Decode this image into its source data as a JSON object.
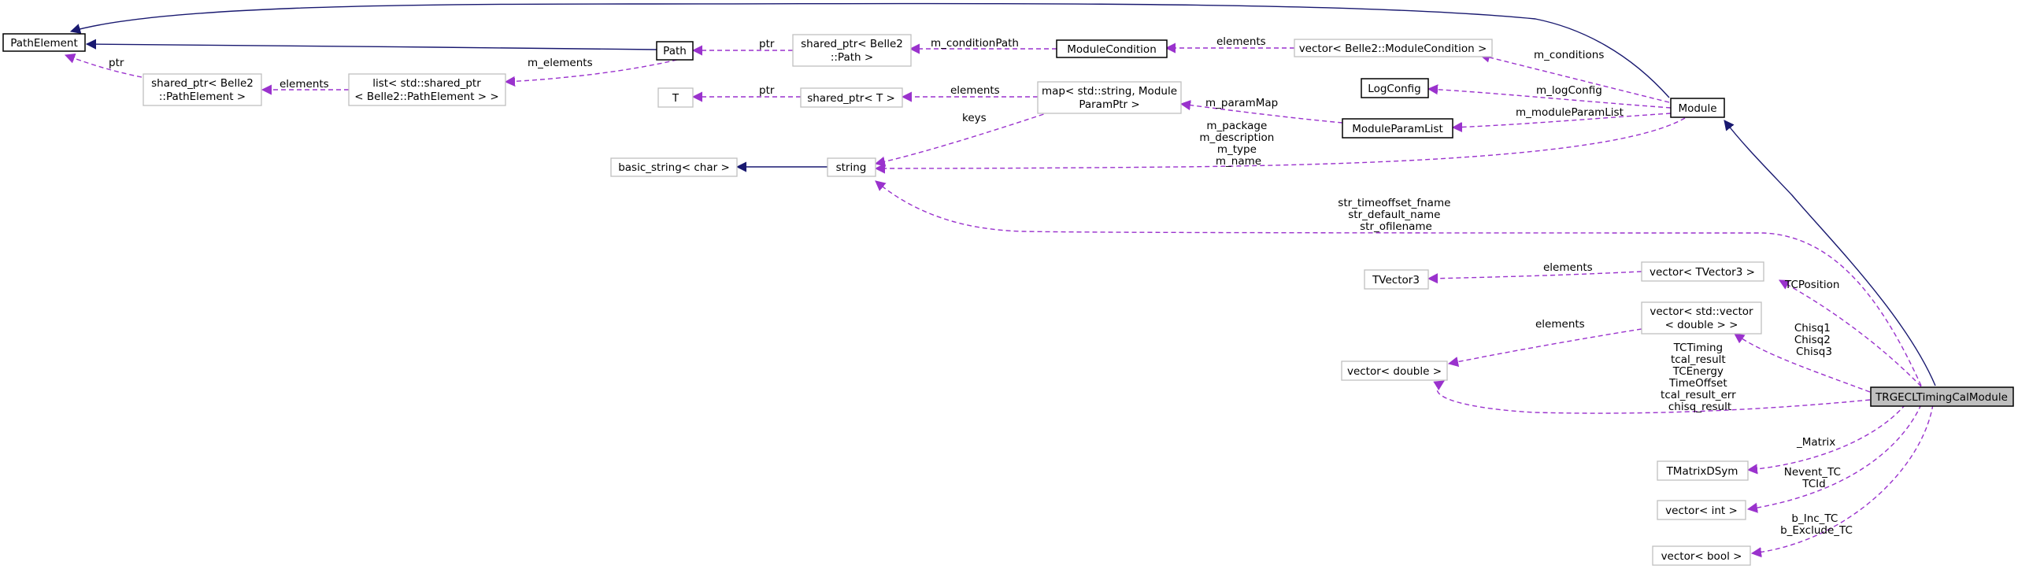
{
  "diagram": {
    "title": "TRGECLTimingCalModule collaboration diagram",
    "colors": {
      "inheritance": "#191970",
      "member": "#9a32cd",
      "highlight_fill": "#bfbfbf",
      "box_border": "#bfbfbf"
    },
    "nodes": {
      "pathelement": "PathElement",
      "path": "Path",
      "shared_path": [
        "shared_ptr< Belle2",
        "::Path >"
      ],
      "modulecondition": "ModuleCondition",
      "vector_modulecondition": "vector< Belle2::ModuleCondition >",
      "module": "Module",
      "shared_pathelement": [
        "shared_ptr< Belle2",
        "::PathElement >"
      ],
      "list_pathelement": [
        "list< std::shared_ptr",
        "< Belle2::PathElement > >"
      ],
      "t": "T",
      "shared_t": "shared_ptr< T >",
      "map_param": [
        "map< std::string, Module",
        "ParamPtr >"
      ],
      "logconfig": "LogConfig",
      "moduleparamlist": "ModuleParamList",
      "basic_string": "basic_string< char >",
      "string": "string",
      "tvector3": "TVector3",
      "vector_tvector3": "vector< TVector3 >",
      "vector_vector_double": [
        "vector< std::vector",
        "< double > >"
      ],
      "vector_double": "vector< double >",
      "trgecl": "TRGECLTimingCalModule",
      "tmatrixdsym": "TMatrixDSym",
      "vector_int": "vector< int >",
      "vector_bool": "vector< bool >"
    },
    "edges": {
      "ptr": "ptr",
      "m_elements": "m_elements",
      "elements": "elements",
      "m_conditionPath": "m_conditionPath",
      "m_conditions": "m_conditions",
      "keys": "keys",
      "m_paramMap": "m_paramMap",
      "m_logConfig": "m_logConfig",
      "m_moduleParamList": "m_moduleParamList",
      "module_strings": [
        "m_package",
        "m_description",
        "m_type",
        "m_name"
      ],
      "trg_strings": [
        "str_timeoffset_fname",
        "str_default_name",
        "str_ofilename"
      ],
      "tcposition": "TCPosition",
      "chisq": [
        "Chisq1",
        "Chisq2",
        "Chisq3"
      ],
      "doubles": [
        "TCTiming",
        "tcal_result",
        "TCEnergy",
        "TimeOffset",
        "tcal_result_err",
        "chisq_result"
      ],
      "matrix": "_Matrix",
      "ints": [
        "Nevent_TC",
        "TCId"
      ],
      "bools": [
        "b_Inc_TC",
        "b_Exclude_TC"
      ]
    }
  }
}
